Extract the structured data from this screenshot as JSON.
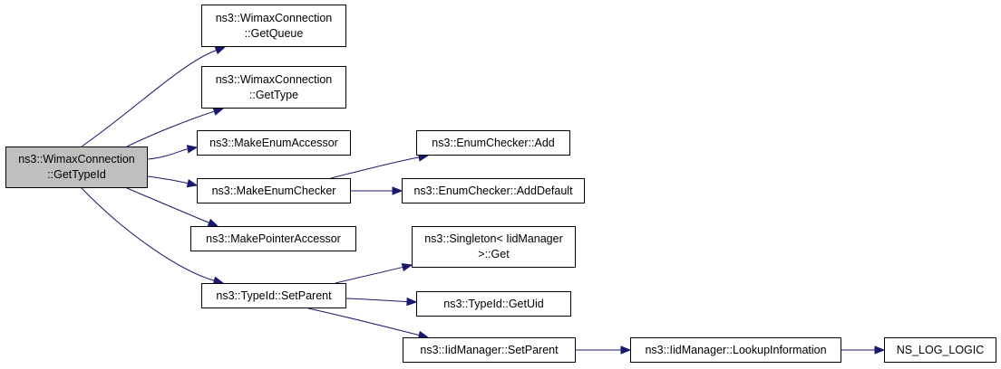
{
  "diagram": {
    "type": "call-graph",
    "colors": {
      "edge": "#191970",
      "root_fill": "#bfbfbf",
      "node_fill": "#ffffff",
      "border": "#000000"
    },
    "nodes": [
      {
        "id": "gettypeid",
        "lines": [
          "ns3::WimaxConnection",
          "::GetTypeId"
        ],
        "root": true
      },
      {
        "id": "getqueue",
        "lines": [
          "ns3::WimaxConnection",
          "::GetQueue"
        ]
      },
      {
        "id": "gettype",
        "lines": [
          "ns3::WimaxConnection",
          "::GetType"
        ]
      },
      {
        "id": "makeenumaccessor",
        "lines": [
          "ns3::MakeEnumAccessor"
        ]
      },
      {
        "id": "makeenumchecker",
        "lines": [
          "ns3::MakeEnumChecker"
        ]
      },
      {
        "id": "makepointeraccessor",
        "lines": [
          "ns3::MakePointerAccessor"
        ]
      },
      {
        "id": "typeid-setparent",
        "lines": [
          "ns3::TypeId::SetParent"
        ]
      },
      {
        "id": "enumchecker-add",
        "lines": [
          "ns3::EnumChecker::Add"
        ]
      },
      {
        "id": "enumchecker-adddefault",
        "lines": [
          "ns3::EnumChecker::AddDefault"
        ]
      },
      {
        "id": "singleton-get",
        "lines": [
          "ns3::Singleton< IidManager",
          ">::Get"
        ]
      },
      {
        "id": "typeid-getuid",
        "lines": [
          "ns3::TypeId::GetUid"
        ]
      },
      {
        "id": "iidmanager-setparent",
        "lines": [
          "ns3::IidManager::SetParent"
        ]
      },
      {
        "id": "iidmanager-lookupinformation",
        "lines": [
          "ns3::IidManager::LookupInformation"
        ]
      },
      {
        "id": "ns-log-logic",
        "lines": [
          "NS_LOG_LOGIC"
        ]
      }
    ],
    "edges": [
      {
        "from": "gettypeid",
        "to": "getqueue"
      },
      {
        "from": "gettypeid",
        "to": "gettype"
      },
      {
        "from": "gettypeid",
        "to": "makeenumaccessor"
      },
      {
        "from": "gettypeid",
        "to": "makeenumchecker"
      },
      {
        "from": "gettypeid",
        "to": "makepointeraccessor"
      },
      {
        "from": "gettypeid",
        "to": "typeid-setparent"
      },
      {
        "from": "makeenumchecker",
        "to": "enumchecker-add"
      },
      {
        "from": "makeenumchecker",
        "to": "enumchecker-adddefault"
      },
      {
        "from": "typeid-setparent",
        "to": "singleton-get"
      },
      {
        "from": "typeid-setparent",
        "to": "typeid-getuid"
      },
      {
        "from": "typeid-setparent",
        "to": "iidmanager-setparent"
      },
      {
        "from": "iidmanager-setparent",
        "to": "iidmanager-lookupinformation"
      },
      {
        "from": "iidmanager-lookupinformation",
        "to": "ns-log-logic"
      }
    ]
  }
}
